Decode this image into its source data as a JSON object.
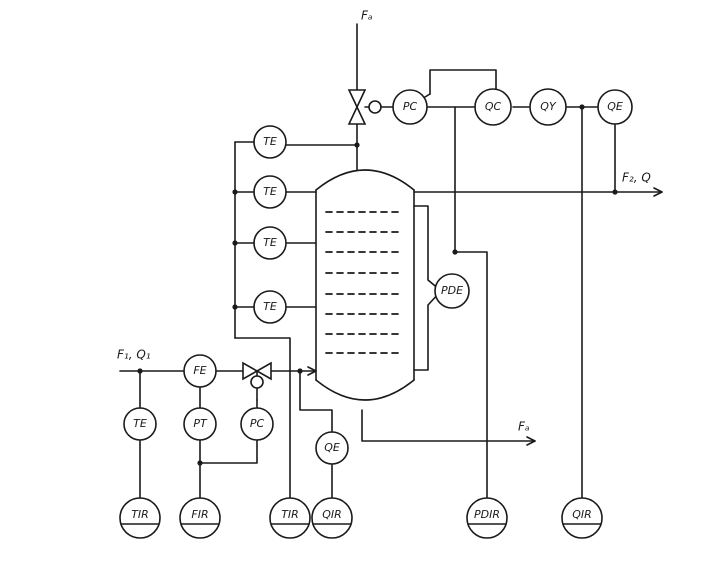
{
  "streams": {
    "top_input": "Fₐ",
    "feed": "F₁, Q₁",
    "overhead": "F₂, Q",
    "bottoms": "Fₐ"
  },
  "instruments": {
    "pc_top": "PC",
    "qc": "QC",
    "qy": "QY",
    "qe": "QE",
    "te_1": "TE",
    "te_2": "TE",
    "te_3": "TE",
    "te_4": "TE",
    "pde": "PDE",
    "fe": "FE",
    "te_feed": "TE",
    "pt": "PT",
    "pc_feed": "PC",
    "qe_bottom": "QE",
    "tir_feed": "TIR",
    "fir": "FIR",
    "tir": "TIR",
    "qir_bottom": "QIR",
    "pdir": "PDIR",
    "qir_right": "QIR"
  }
}
